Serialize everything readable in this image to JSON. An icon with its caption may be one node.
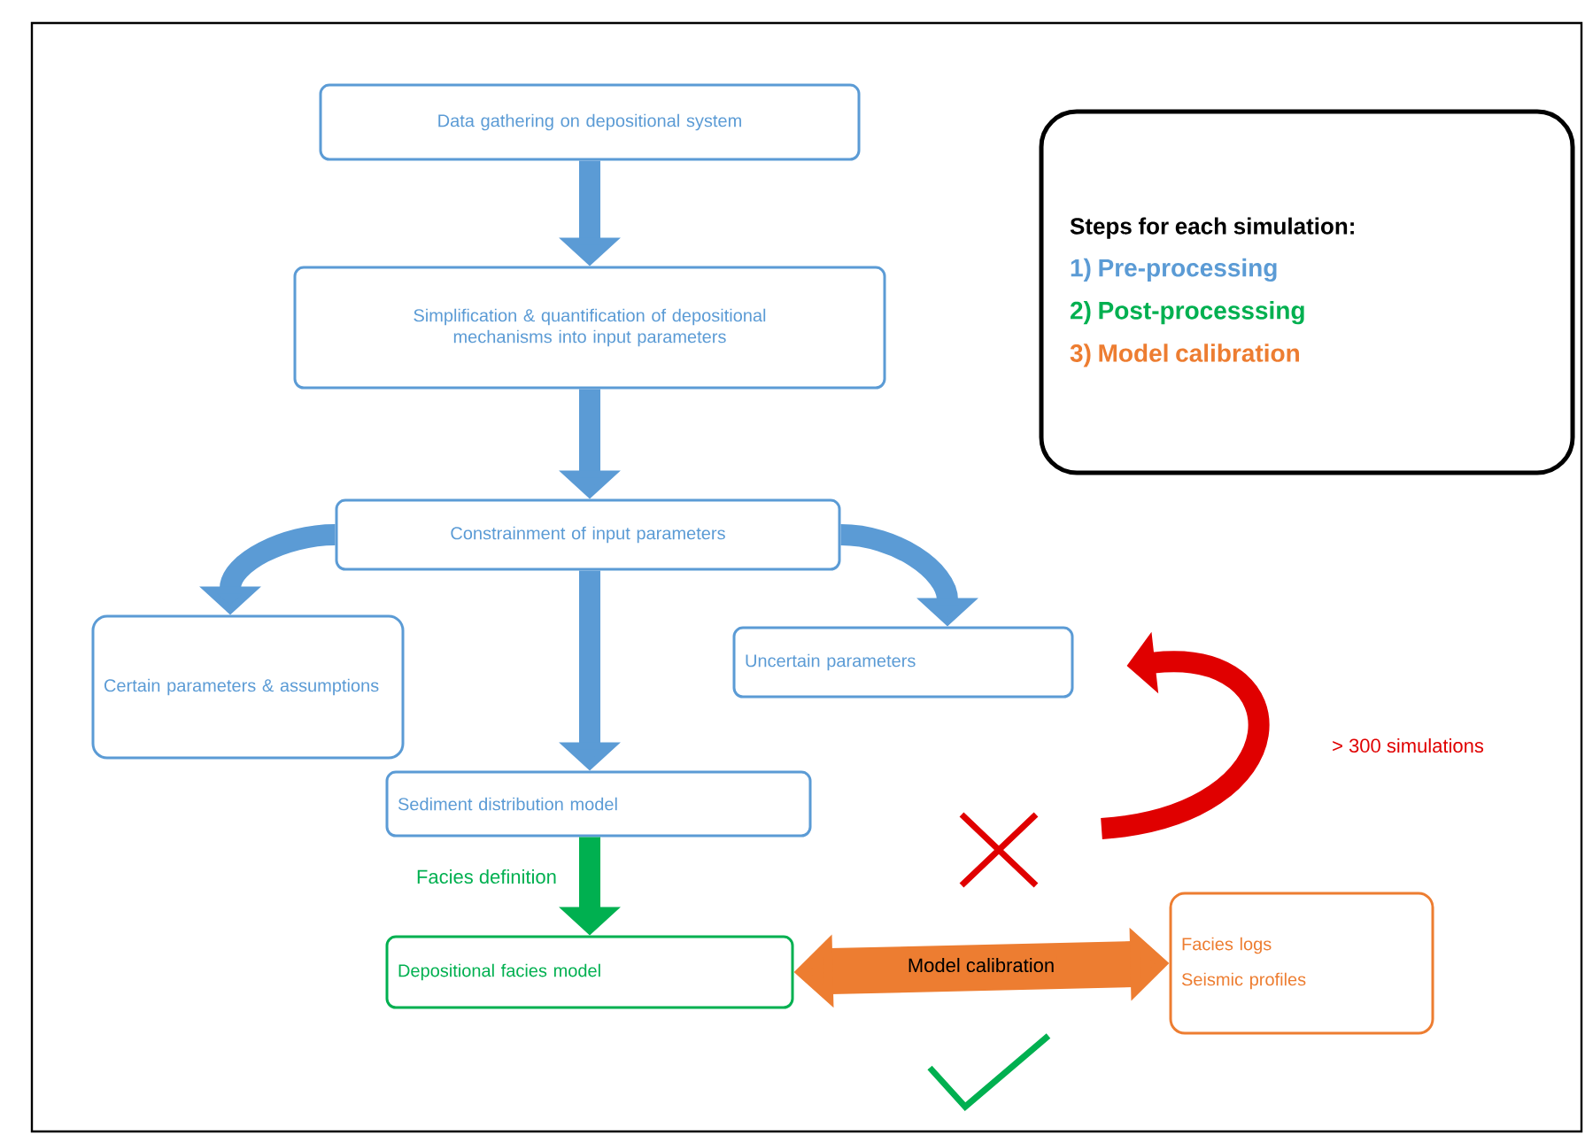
{
  "diagram": {
    "nodes": [
      {
        "text": [
          "Data gathering on depositional system"
        ]
      },
      {
        "text": [
          "Simplification & quantification of depositional mechanisms into input parameters"
        ]
      },
      {
        "text": [
          "Constrainment of input parameters"
        ]
      },
      {
        "text": [
          "Certain parameters & assumptions"
        ]
      },
      {
        "text": [
          "Uncertain parameters"
        ]
      },
      {
        "text": [
          "Sediment distribution model"
        ]
      },
      {
        "text": [
          "Depositional facies model"
        ]
      },
      {
        "text": [
          "Facies logs",
          "Seismic profiles"
        ]
      },
      {
        "text": [
          "Steps for each simulation:",
          "1) Pre-processing",
          "2) Post-processsing",
          "3) Model calibration"
        ]
      }
    ],
    "edges": [
      {
        "from": 0,
        "to": 1,
        "arrow": "to"
      },
      {
        "from": 1,
        "to": 2,
        "arrow": "to"
      },
      {
        "from": 2,
        "to": 3,
        "arrow": "to"
      },
      {
        "from": 2,
        "to": 4,
        "arrow": "to"
      },
      {
        "from": 2,
        "to": 5,
        "arrow": "to"
      },
      {
        "from": 5,
        "to": 6,
        "arrow": "to",
        "label": "Facies definition",
        "color": "#00b050"
      },
      {
        "from": 6,
        "to": 7,
        "arrow": "both",
        "label": "Model calibration",
        "style": "thick",
        "color": "#ed7d31"
      },
      {
        "from": null,
        "to": 4,
        "arrow": "to",
        "label": "> 300 simulations",
        "color": "#e00000"
      }
    ]
  }
}
